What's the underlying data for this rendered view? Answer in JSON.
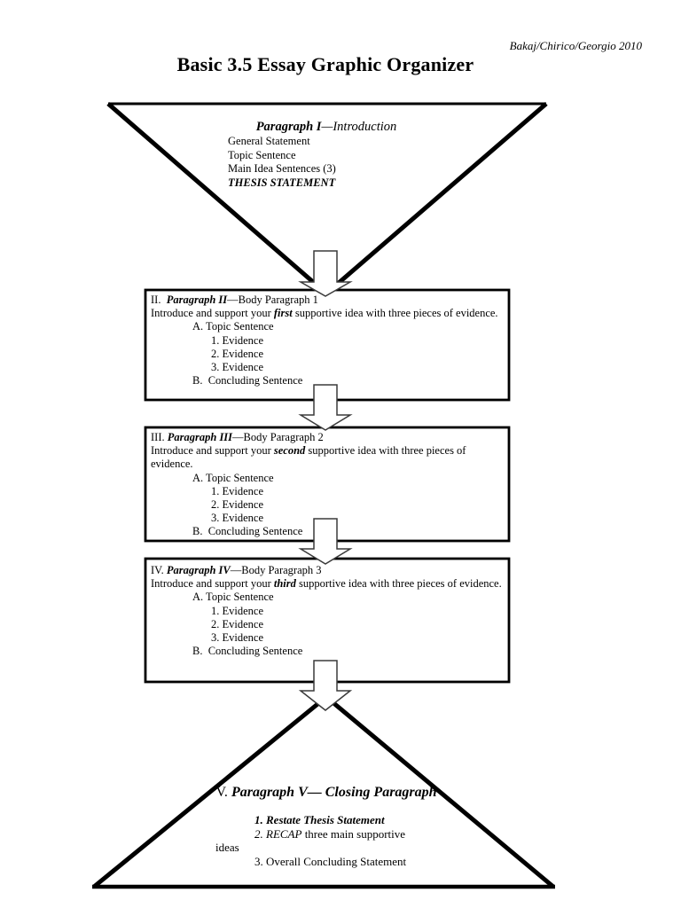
{
  "page": {
    "attribution": "Bakaj/Chirico/Georgio 2010",
    "title": "Basic 3.5 Essay Graphic Organizer"
  },
  "intro": {
    "heading_bold": "Paragraph I",
    "heading_italic": "—Introduction",
    "items": [
      "General Statement",
      "Topic Sentence",
      "Main Idea Sentences (3)"
    ],
    "thesis": "THESIS STATEMENT"
  },
  "body_boxes": [
    {
      "numeral": "II.  ",
      "heading_bold": "Paragraph II",
      "heading_rest": "—Body Paragraph 1",
      "intro_before": "Introduce and support your ",
      "intro_emphasis": "first",
      "intro_after": " supportive idea with three pieces of evidence.",
      "topic": "A. Topic Sentence",
      "evidence": [
        "1. Evidence",
        "2. Evidence",
        "3. Evidence"
      ],
      "concluding": "B.  Concluding Sentence"
    },
    {
      "numeral": "III. ",
      "heading_bold": "Paragraph III",
      "heading_rest": "—Body Paragraph 2",
      "intro_before": "Introduce and support your ",
      "intro_emphasis": "second",
      "intro_after": " supportive idea with three pieces of",
      "intro_wrap": "evidence.",
      "topic": "A. Topic Sentence",
      "evidence": [
        "1. Evidence",
        "2. Evidence",
        "3. Evidence"
      ],
      "concluding": "B.  Concluding Sentence"
    },
    {
      "numeral": "IV. ",
      "heading_bold": "Paragraph IV",
      "heading_rest": "—Body Paragraph 3",
      "intro_before": "Introduce and support your ",
      "intro_emphasis": "third",
      "intro_after": " supportive idea with three pieces of evidence.",
      "topic": "A. Topic Sentence",
      "evidence": [
        "1. Evidence",
        "2. Evidence",
        "3. Evidence"
      ],
      "concluding": "B.  Concluding Sentence"
    }
  ],
  "closing": {
    "numeral": "V. ",
    "heading": "Paragraph V— Closing Paragraph",
    "item1": "1. Restate Thesis Statement",
    "item2_italic": "2. RECAP",
    "item2_rest": " three main supportive",
    "item2_wrap": "ideas",
    "item3": "3. Overall Concluding Statement"
  },
  "colors": {
    "ink": "#000000",
    "paper": "#ffffff",
    "arrow_outline": "#3a3a3a"
  }
}
